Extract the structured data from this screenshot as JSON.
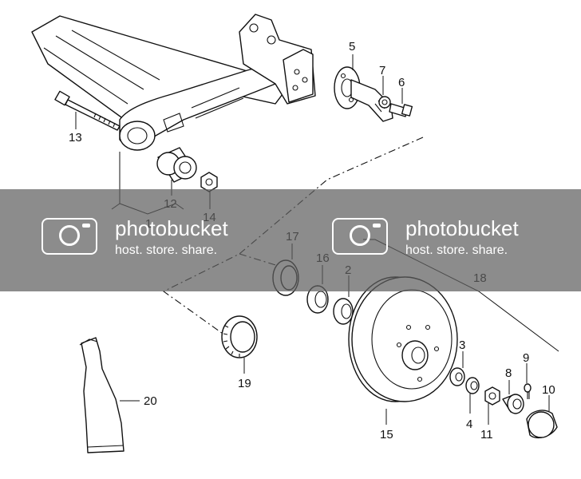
{
  "callouts": {
    "c1": "1",
    "c2": "2",
    "c3": "3",
    "c4": "4",
    "c5": "5",
    "c6": "6",
    "c7": "7",
    "c8": "8",
    "c9": "9",
    "c10": "10",
    "c11": "11",
    "c12": "12",
    "c13": "13",
    "c14": "14",
    "c15": "15",
    "c16": "16",
    "c17": "17",
    "c18": "18",
    "c19": "19",
    "c20": "20"
  },
  "watermark": {
    "brand": "photobucket",
    "tagline": "host. store. share."
  },
  "colors": {
    "line": "#111111",
    "background": "#ffffff",
    "banner": "#5f5f5f"
  },
  "icons": {
    "watermark_logo": "camera-icon"
  }
}
